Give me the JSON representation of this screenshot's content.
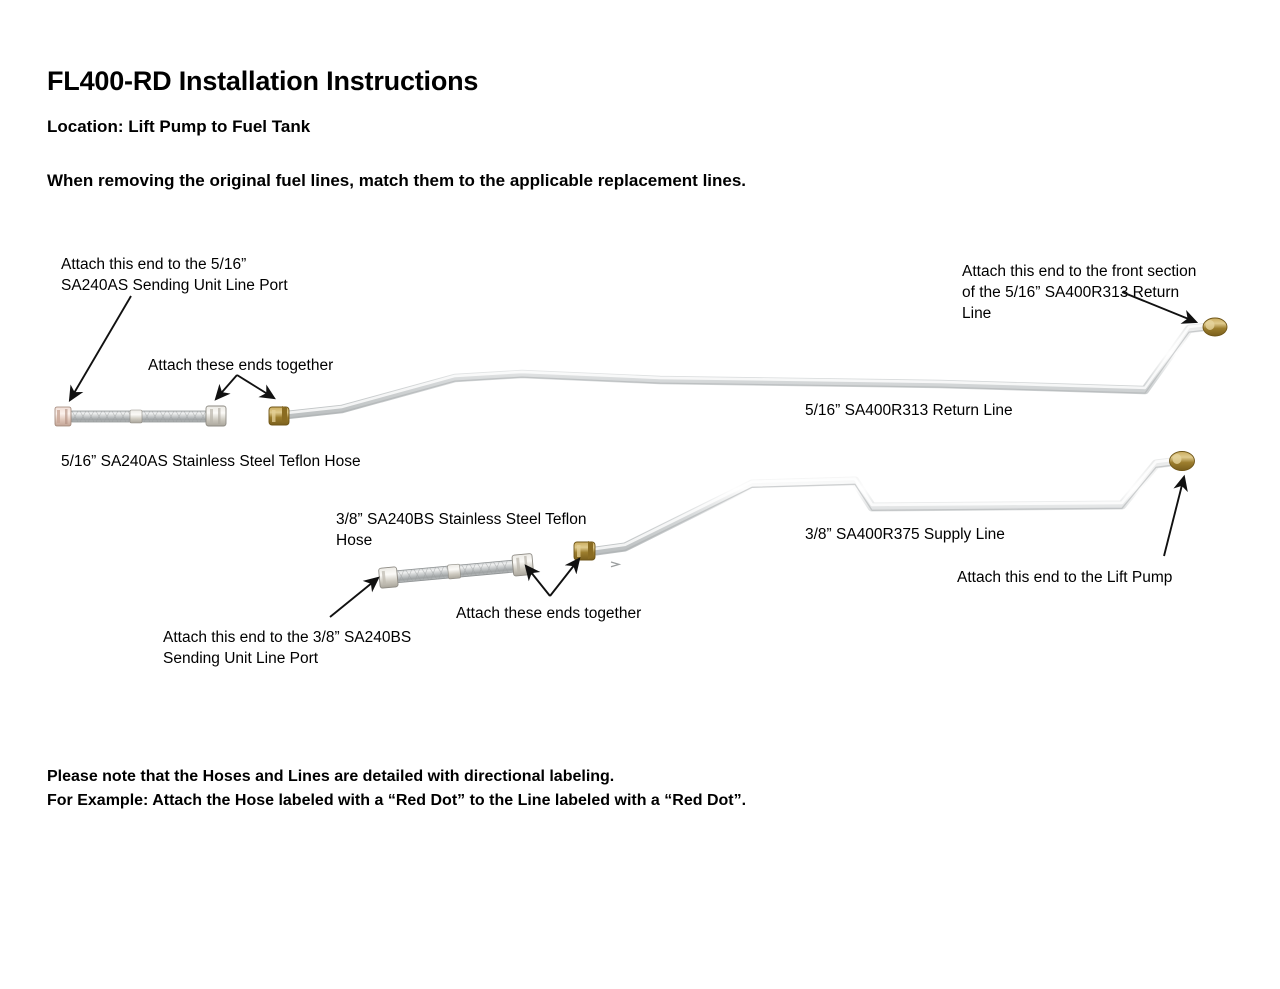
{
  "document": {
    "title": "FL400-RD Installation Instructions",
    "location": "Location: Lift Pump to Fuel Tank",
    "instruction": "When removing the original fuel lines, match them to the applicable replacement lines."
  },
  "annotations": {
    "top_left": "Attach this end to the 5/16”\nSA240AS Sending Unit Line Port",
    "top_right": "Attach this end to the front section\nof the 5/16” SA400R313 Return\nLine",
    "ends_together_upper": "Attach  these ends together",
    "ends_together_lower": "Attach  these ends together",
    "bottom_left": "Attach this end to the 3/8” SA240BS\nSending Unit Line Port",
    "lift_pump": "Attach this  end to the Lift Pump"
  },
  "part_labels": {
    "hose_a": "5/16” SA240AS Stainless Steel Teflon Hose",
    "return_line": "5/16” SA400R313 Return Line",
    "hose_b": "3/8” SA240BS Stainless Steel Teflon\nHose",
    "supply_line": "3/8” SA400R375 Supply Line"
  },
  "note": "Please note that the Hoses and Lines are detailed with directional labeling.\nFor Example: Attach the Hose labeled with a “Red Dot” to the Line labeled with a “Red Dot”.",
  "colors": {
    "text": "#000000",
    "background": "#ffffff",
    "hose_braid": "#b9bcbd",
    "hose_braid_light": "#e3e5e6",
    "metal_line": "#cfd2d3",
    "metal_line_light": "#f2f3f3",
    "brass_fitting": "#9a7b2e",
    "brass_fitting_light": "#d8c07a",
    "silver_fitting": "#dcd9d2",
    "arrow": "#111111"
  },
  "parts": {
    "hose_a_name": "5/16\" SA240AS stainless steel teflon hose",
    "hose_b_name": "3/8\" SA240BS stainless steel teflon hose",
    "return_line_name": "5/16\" SA400R313 return line",
    "supply_line_name": "3/8\" SA400R375 supply line"
  }
}
